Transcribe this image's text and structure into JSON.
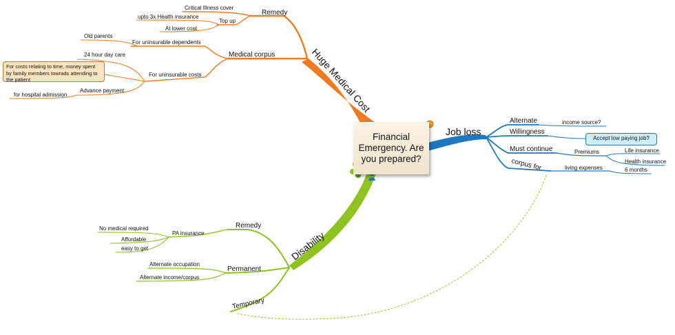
{
  "central": {
    "line1": "Financial",
    "line2": "Emergency. Are",
    "line3": "you prepared?"
  },
  "medical": {
    "label": "Huge Medical Cost",
    "remedy": {
      "label": "Remedy",
      "critical": "Critical Illness cover",
      "topup": "Top up",
      "upto": "upto 3x Health insurance",
      "lower": "At lower cost"
    },
    "corpus": {
      "label": "Medical corpus",
      "dependents": "For uninsurable dependents",
      "old_parents": "Old parents",
      "costs": "For uninsurable costs",
      "daycare": "24 hour day care",
      "note": "For costs relating to time, money spent by family members towrads attending to the patient",
      "advance": "Advance payment",
      "admission": "for hospital admission"
    }
  },
  "job": {
    "label": "Job loss",
    "alternate": "Alternate",
    "income_source": "income source?",
    "willingness": "Willingness",
    "accept": "Accept low paying job?",
    "must_continue": "Must continue",
    "premiums": "Premiums",
    "life": "Life insurance",
    "health": "Health insurance",
    "corpus_for": "corpus for",
    "living": "living expenses",
    "six_months": "6 months"
  },
  "disability": {
    "label": "Disability",
    "remedy": "Remedy",
    "pa": "PA insurance",
    "no_medical": "No medical required",
    "affordable": "Affordable",
    "easy": "easy to get",
    "permanent": "Permanent",
    "alt_occupation": "Alternate occupation",
    "alt_income": "Alternate income/corpus",
    "temporary": "Temporary"
  },
  "colors": {
    "orange": "#ef7a1f",
    "blue": "#1e78c0",
    "green": "#8dc21f"
  }
}
